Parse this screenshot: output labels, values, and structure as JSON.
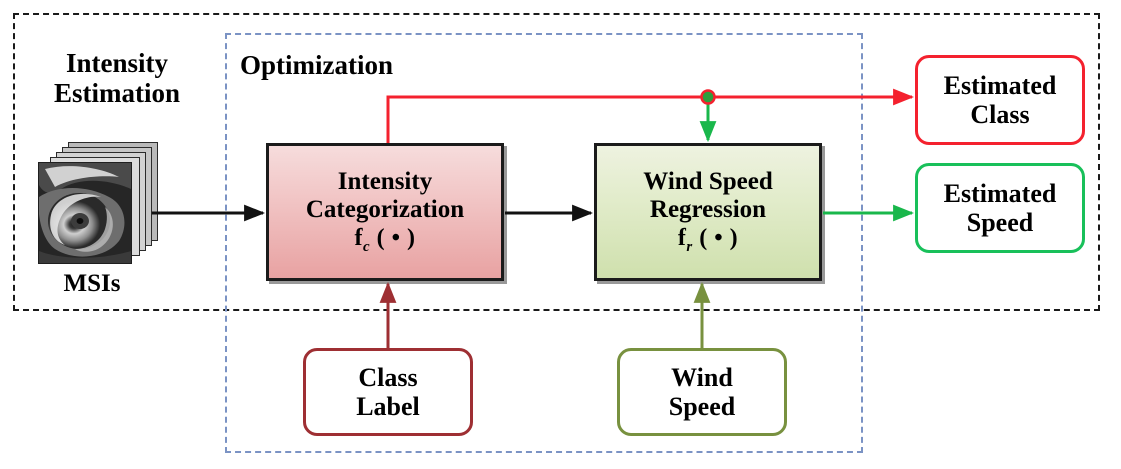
{
  "figure": {
    "groups": [
      {
        "id": "intensity-estimation",
        "label": "Intensity\nEstimation",
        "style": "dashed",
        "color": "#1a1a1a"
      },
      {
        "id": "optimization",
        "label": "Optimization",
        "style": "dashed",
        "color": "#7b93c4"
      }
    ],
    "input": {
      "label": "MSIs",
      "description": "multi-spectral satellite image stack"
    },
    "process_boxes": [
      {
        "id": "intensity-categorization",
        "title": "Intensity\nCategorization",
        "function": "f",
        "function_subscript": "c",
        "function_arg": "( • )",
        "fill_top": "#f6dcdc",
        "fill_bottom": "#e8a2a2"
      },
      {
        "id": "wind-speed-regression",
        "title": "Wind Speed\nRegression",
        "function": "f",
        "function_subscript": "r",
        "function_arg": "( • )",
        "fill_top": "#eef2e0",
        "fill_bottom": "#cfe0ad"
      }
    ],
    "output_boxes": [
      {
        "id": "estimated-class",
        "label": "Estimated\nClass",
        "border_color": "#f4212e"
      },
      {
        "id": "estimated-speed",
        "label": "Estimated\nSpeed",
        "border_color": "#18c05a"
      }
    ],
    "supervision_boxes": [
      {
        "id": "class-label",
        "label": "Class\nLabel",
        "border_color": "#9e2f33"
      },
      {
        "id": "wind-speed",
        "label": "Wind\nSpeed",
        "border_color": "#78913f"
      }
    ],
    "connectors": [
      {
        "id": "msi-to-categorization",
        "color": "#111111",
        "kind": "arrow"
      },
      {
        "id": "categorization-to-regression",
        "color": "#111111",
        "kind": "arrow"
      },
      {
        "id": "categorization-to-estimated-class",
        "color": "#f4212e",
        "kind": "arrow"
      },
      {
        "id": "class-branch-to-regression",
        "color": "#19b74b",
        "kind": "arrow"
      },
      {
        "id": "regression-to-estimated-speed",
        "color": "#19b74b",
        "kind": "arrow"
      },
      {
        "id": "class-label-to-categorization",
        "color": "#9e2f33",
        "kind": "arrow"
      },
      {
        "id": "wind-speed-to-regression",
        "color": "#78913f",
        "kind": "arrow"
      }
    ],
    "junction": {
      "id": "class-branch-junction",
      "ring_color": "#f4212e",
      "fill_color": "#2e9e3e"
    }
  }
}
